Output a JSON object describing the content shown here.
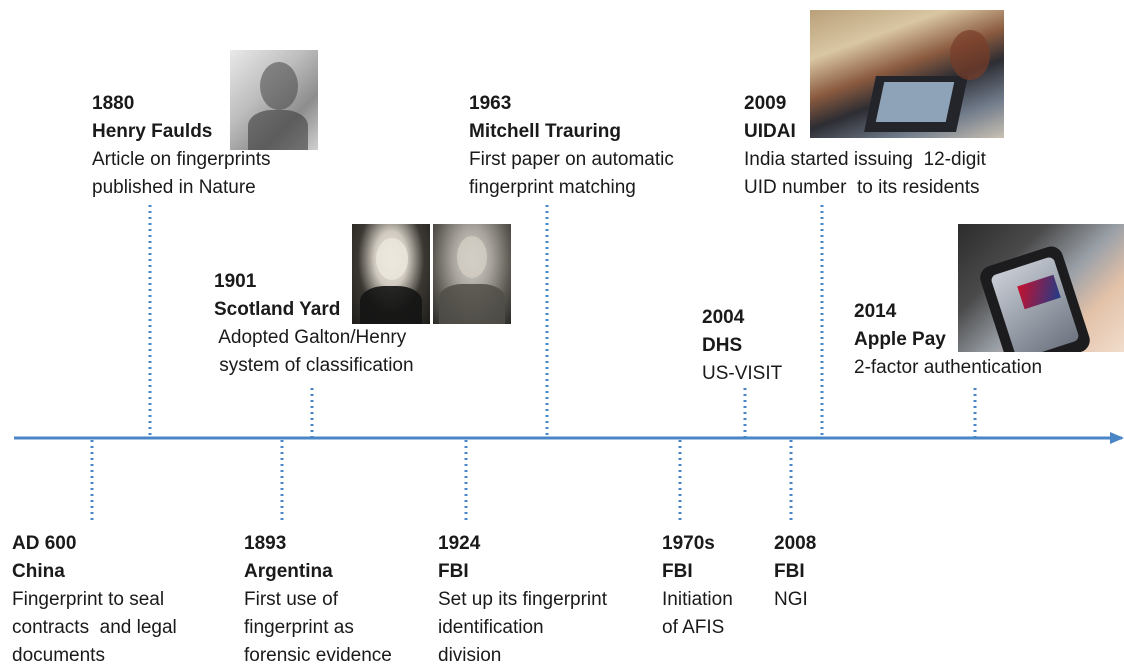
{
  "events": {
    "ad600": {
      "year": "AD 600",
      "org": "China",
      "lines": [
        "Fingerprint to seal",
        "contracts  and legal",
        "documents"
      ]
    },
    "e1880": {
      "year": "1880",
      "org": "Henry Faulds",
      "lines": [
        "Article on fingerprints",
        "published  in Nature"
      ]
    },
    "e1893": {
      "year": "1893",
      "org": "Argentina",
      "lines": [
        "First use of",
        "fingerprint as",
        "forensic evidence"
      ]
    },
    "e1901": {
      "year": "1901",
      "org": "Scotland Yard",
      "lines": [
        " Adopted Galton/Henry",
        " system of classification"
      ]
    },
    "e1924": {
      "year": "1924",
      "org": "FBI",
      "lines": [
        "Set up its fingerprint",
        "identification",
        "division"
      ]
    },
    "e1963": {
      "year": "1963",
      "org": "Mitchell Trauring",
      "lines": [
        "First paper on automatic",
        "fingerprint matching"
      ]
    },
    "e1970s": {
      "year": "1970s",
      "org": "FBI",
      "lines": [
        "Initiation",
        "of AFIS"
      ]
    },
    "e2004": {
      "year": "2004",
      "org": "DHS",
      "lines": [
        "US-VISIT"
      ]
    },
    "e2008": {
      "year": "2008",
      "org": "FBI",
      "lines": [
        "NGI"
      ]
    },
    "e2009": {
      "year": "2009",
      "org": "UIDAI",
      "lines": [
        "India started issuing  12-digit",
        "UID number  to its residents"
      ]
    },
    "e2014": {
      "year": "2014",
      "org": "Apple Pay",
      "lines": [
        "2-factor authentication"
      ]
    }
  },
  "colors": {
    "axis": "#4a86c5",
    "connector": "#4a86c5",
    "text": "#1a1a1a"
  }
}
